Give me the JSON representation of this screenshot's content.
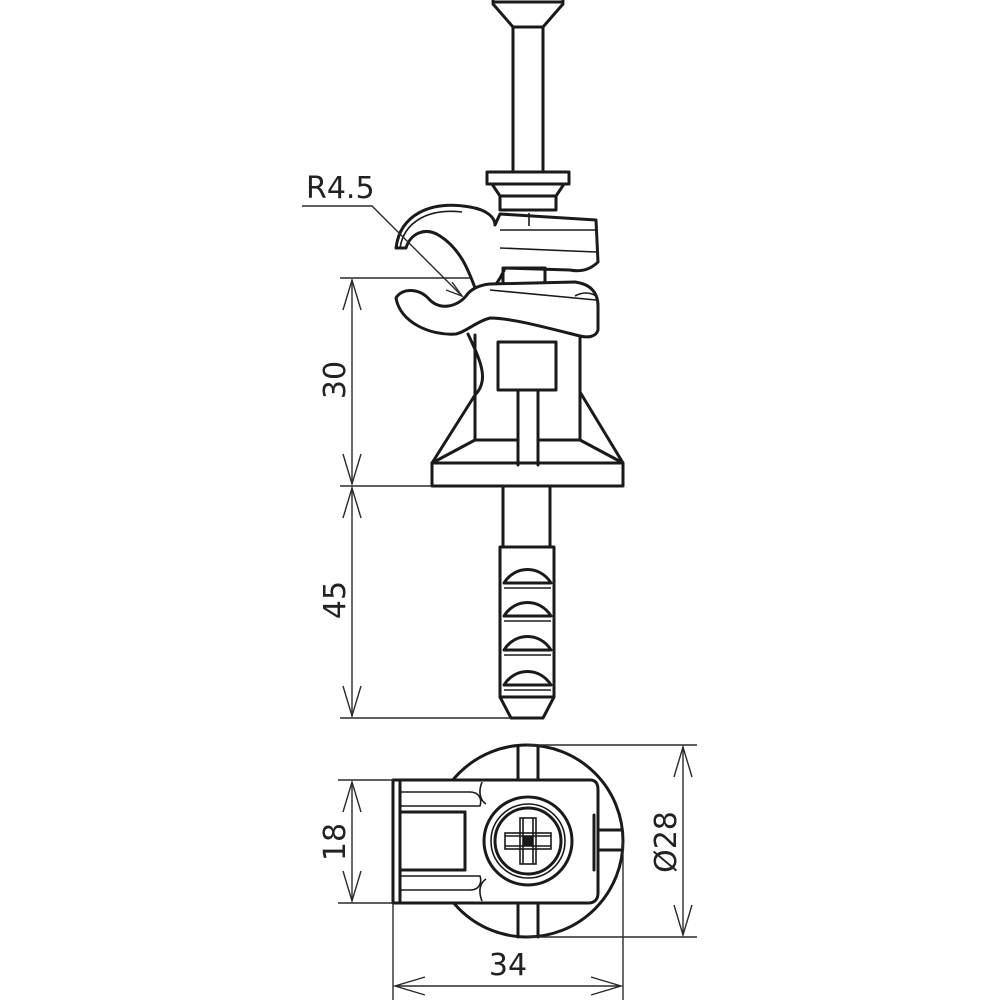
{
  "drawing": {
    "title": "Fastener with cable clip and wall plug - dimensioned side and top views",
    "line_color": "#1a1a1a",
    "background": "#ffffff"
  },
  "dimensions": {
    "radius": {
      "label": "R4.5",
      "feature": "clip saddle radius"
    },
    "clip_height": {
      "label": "30",
      "feature": "clip body height"
    },
    "plug_length": {
      "label": "45",
      "feature": "wall plug length"
    },
    "clip_width": {
      "label": "18",
      "feature": "clip width (top view)"
    },
    "overall_length": {
      "label": "34",
      "feature": "overall length (top view)"
    },
    "base_diameter": {
      "label": "Ø28",
      "feature": "base plate diameter"
    }
  },
  "views": [
    {
      "name": "side-view",
      "parts": [
        "nail",
        "upper-clip",
        "lower-clip",
        "body",
        "base-plate",
        "wall-plug"
      ]
    },
    {
      "name": "top-view",
      "parts": [
        "base-plate",
        "clip-strap",
        "phillips-screw-head"
      ]
    }
  ]
}
